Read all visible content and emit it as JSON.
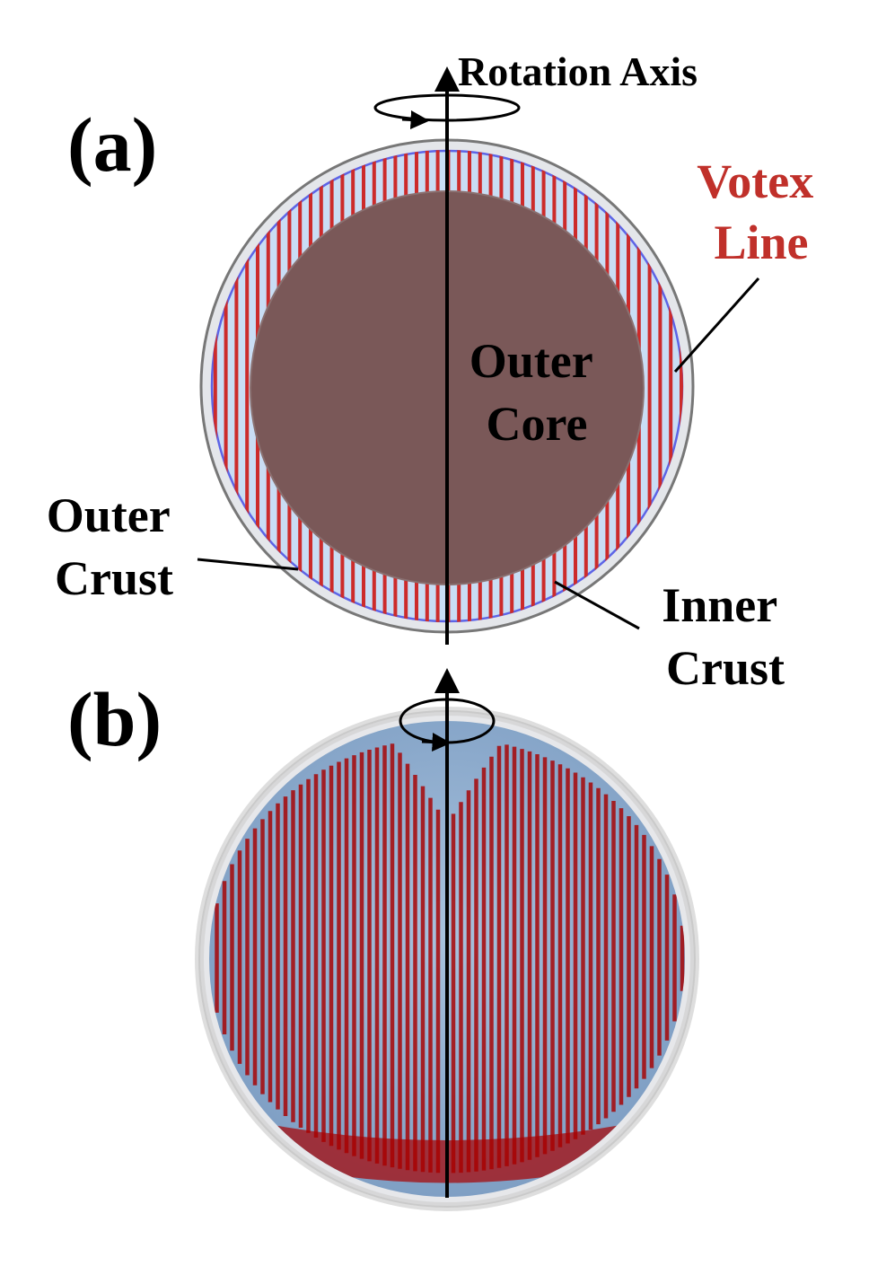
{
  "panel_a": {
    "tag": "(a)",
    "axis_label": "Rotation Axis",
    "vortex_label": [
      "Votex",
      "Line"
    ],
    "core_label": [
      "Outer",
      "Core"
    ],
    "outer_crust_label": [
      "Outer",
      "Crust"
    ],
    "inner_crust_label": [
      "Inner",
      "Crust"
    ]
  },
  "panel_b": {
    "tag": "(b)"
  },
  "colors": {
    "outer_crust": "#e4e6ea",
    "crust_border": "#777777",
    "inner_crust": "#c9ddf4",
    "inner_crust_edge": "#5d64e6",
    "core": "#7a5858",
    "vortex": "#cc2b2b",
    "vortex_3d": "#a80000",
    "sphere_3d": "#8fb0d2",
    "vortex_label": "#c0302a"
  }
}
